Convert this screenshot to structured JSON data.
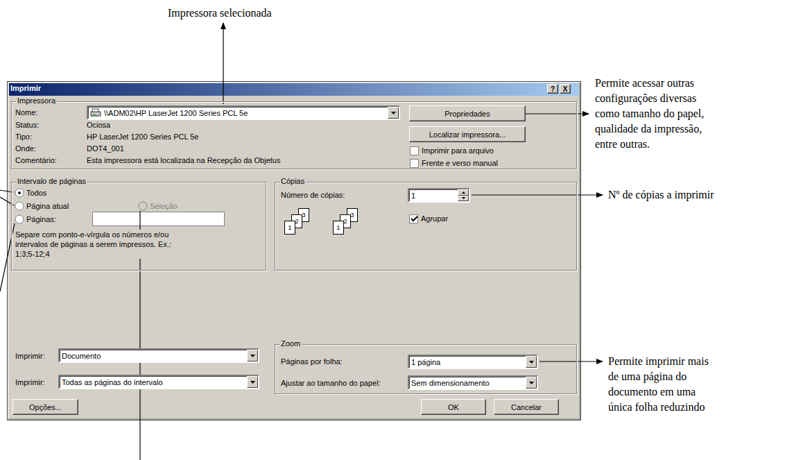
{
  "diagram": {
    "nodes": [
      {
        "text": [
          "Imprimir"
        ]
      },
      {
        "text": [
          "?"
        ],
        "in": 0
      },
      {
        "text": [
          "X"
        ],
        "in": 0
      },
      {
        "text": [
          "Impressora"
        ],
        "in": 0
      },
      {
        "text": [
          "\\\\ADM02\\HP LaserJet 1200 Series PCL 5e"
        ],
        "in": 3
      },
      {
        "text": [
          "Propriedades"
        ],
        "in": 3
      },
      {
        "text": [
          "Localizar impressora..."
        ],
        "in": 3
      },
      {
        "text": [
          "Intervalo de páginas"
        ],
        "in": 0
      },
      {
        "text": [
          "Cópias"
        ],
        "in": 0
      },
      {
        "text": [
          "1"
        ],
        "in": 8
      },
      {
        "text": [
          "3"
        ],
        "in": 8
      },
      {
        "text": [
          "2"
        ],
        "in": 8
      },
      {
        "text": [
          "1"
        ],
        "in": 8
      },
      {
        "text": [
          "3"
        ],
        "in": 8
      },
      {
        "text": [
          "2"
        ],
        "in": 8
      },
      {
        "text": [
          "1"
        ],
        "in": 8
      },
      {
        "text": [
          "Documento"
        ],
        "in": 0
      },
      {
        "text": [
          "Todas as páginas do intervalo"
        ],
        "in": 0
      },
      {
        "text": [
          "Zoom"
        ],
        "in": 0
      },
      {
        "text": [
          "1 página"
        ],
        "in": 18
      },
      {
        "text": [
          "Sem dimensionamento"
        ],
        "in": 18
      },
      {
        "text": [
          "Opções..."
        ],
        "in": 0
      },
      {
        "text": [
          "OK"
        ],
        "in": 0
      },
      {
        "text": [
          "Cancelar"
        ],
        "in": 0
      }
    ],
    "labels": [
      "Impressora selecionada",
      "Permite acessar outras configurações diversas como tamanho do papel, qualidade da impressão, entre outras.",
      "Nº de cópias a imprimir",
      "Permite imprimir mais de uma página do documento em uma única folha reduzindo",
      "Nome:",
      "Status:",
      "Ociosa",
      "Tipo:",
      "HP LaserJet 1200 Series PCL 5e",
      "Onde:",
      "DOT4_001",
      "Comentário:",
      "Esta impressora está localizada na Recepção da Objetus",
      "Imprimir para arquivo",
      "Frente e verso manual",
      "Todos",
      "Página atual",
      "Seleção",
      "Páginas:",
      "Separe com ponto-e-vírgula os números e/ou intervalos de páginas a serem impressos. Ex.: 1;3;5-12;4",
      "Número de cópias:",
      "Agrupar",
      "Imprimir:",
      "Imprimir:",
      "Páginas por folha:",
      "Ajustar ao tamanho do papel:"
    ]
  }
}
